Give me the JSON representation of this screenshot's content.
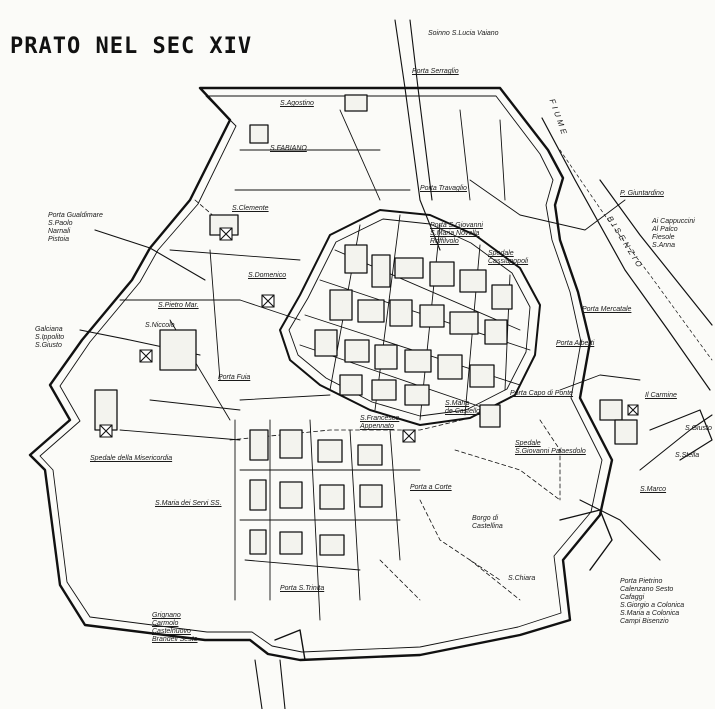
{
  "title": "PRATO NEL SEC XIV",
  "labels": {
    "lucia": "Soinno\nS.Lucia\nVaiano",
    "porta_serraglio": "Porta Serraglio",
    "fiume": "FIUME",
    "bisenzio": "BISENZIO",
    "agostino": "S.Agostino",
    "fabiano": "S.FABIANO",
    "porta_travaglio": "Porta Travaglio",
    "giuntaldo": "P. Giuntardino",
    "cappuccini": "Ai Cappuccini\nAl Palco\nFiesole\nS.Anna",
    "clemente": "S.Clemente",
    "porta_gualdimare": "Porta Gualdimare\nS.Paolo\nNarnali\nPistoia",
    "porta_giovanni": "Porta S.Giovanni\nS.Maria Novella\nRoffilvolo",
    "spedale_cassia": "Spedale\nCassiapopoli",
    "domenico": "S.Domenico",
    "porta_leone": "Porta Mercatale",
    "pietro": "S.Pietro Mar.",
    "niccolo": "S.Niccolo",
    "galciana": "Galciana\nS.Ippolito\nS.Giusto",
    "porta_alberti": "Porta Alberti",
    "porta_fuia": "Porta Fuia",
    "carmine": "Il Carmine",
    "maria_castello": "S.Maria\nde Castello",
    "porta_capo": "Porta Capo di Ponte",
    "francesco": "S.Francesco\nAppennato",
    "spedale_giovanni": "Spedale\nS.Giovanni Palaesdolo",
    "giusto_r": "S.Giusto",
    "stella": "S.Stella",
    "spedale_misericordia": "Spedale della Misericordia",
    "marco": "S.Marco",
    "porta_corte": "Porta a Corte",
    "servi": "S.Maria dei Servi SS.",
    "borgo": "Borgo di\nCastellina",
    "chiara": "S.Chiara",
    "porta_pietro": "Porta Pietrino\nCalenzano Sesto\nCafaggi\nS.Giorgio a Colonica\nS.Maria a Colonica\nCampi Bisenzio",
    "trinita": "Porta S.Trinita",
    "grignano": "Grignano\nCarmolo\nCastelnuovo\nBrandeli Sesto"
  }
}
